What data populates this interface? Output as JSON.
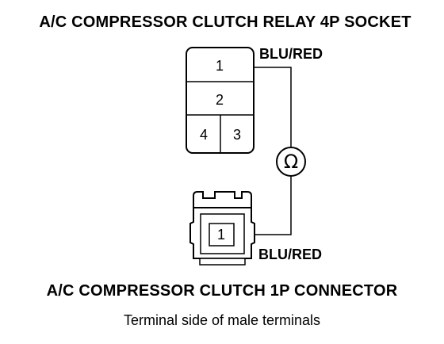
{
  "relay_socket": {
    "title": "A/C COMPRESSOR CLUTCH RELAY 4P SOCKET",
    "pins": [
      "1",
      "2",
      "4",
      "3"
    ],
    "wire_label": "BLU/RED"
  },
  "meter": {
    "symbol": "Ω",
    "icon": "ohmmeter-icon"
  },
  "connector": {
    "title": "A/C COMPRESSOR CLUTCH 1P CONNECTOR",
    "subtitle": "Terminal side of male terminals",
    "pin": "1",
    "wire_label": "BLU/RED"
  }
}
